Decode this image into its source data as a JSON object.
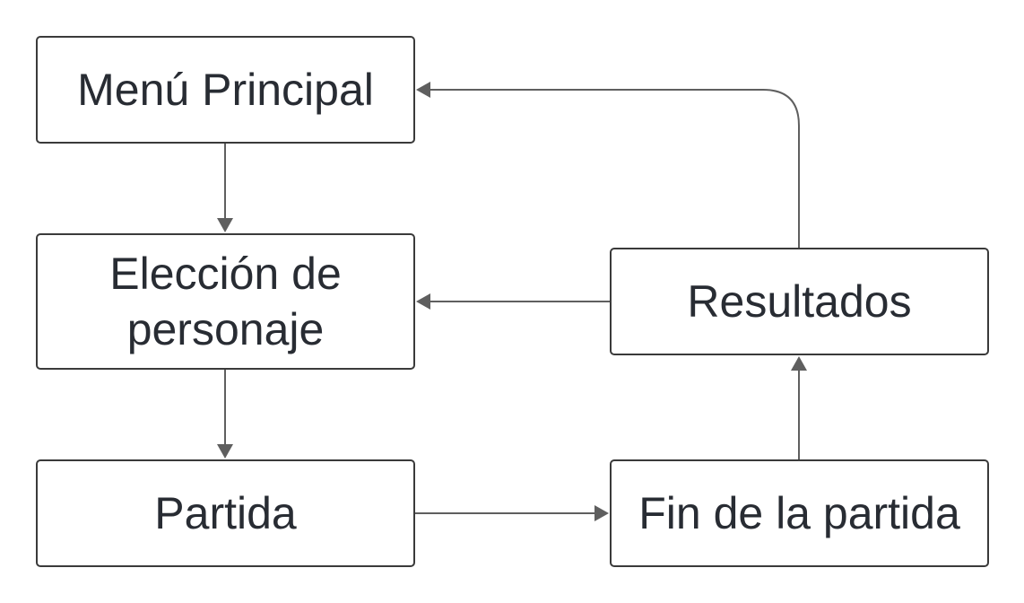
{
  "diagram": {
    "line_color": "#5f5f5f",
    "border_color": "#3a3a3a",
    "text_color": "#282c33",
    "nodes": [
      {
        "id": "menu",
        "lines": [
          "Menú Principal"
        ]
      },
      {
        "id": "eleccion",
        "lines": [
          "Elección de",
          "personaje"
        ]
      },
      {
        "id": "partida",
        "lines": [
          "Partida"
        ]
      },
      {
        "id": "fin",
        "lines": [
          "Fin de la partida"
        ]
      },
      {
        "id": "resultados",
        "lines": [
          "Resultados"
        ]
      }
    ],
    "edges": [
      {
        "from": "menu",
        "to": "eleccion"
      },
      {
        "from": "eleccion",
        "to": "partida"
      },
      {
        "from": "partida",
        "to": "fin"
      },
      {
        "from": "fin",
        "to": "resultados"
      },
      {
        "from": "resultados",
        "to": "eleccion"
      },
      {
        "from": "resultados",
        "to": "menu"
      }
    ]
  }
}
